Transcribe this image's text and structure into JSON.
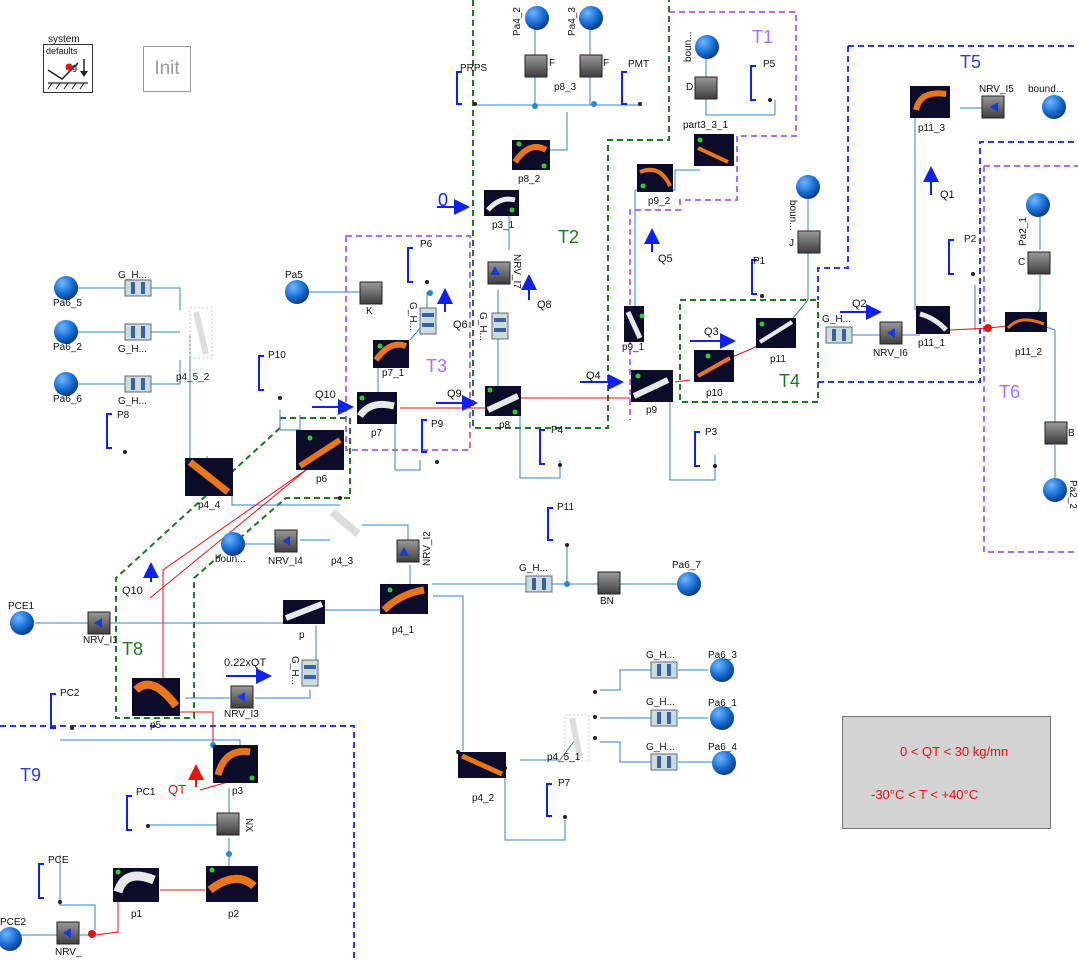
{
  "system_block": {
    "title": "system",
    "subtitle": "defaults",
    "g_label": "g"
  },
  "init_button": {
    "label": "Init"
  },
  "legend": {
    "flow_range": "0 < QT < 30 kg/mn",
    "temp_range": "-30°C < T < +40°C"
  },
  "zones": [
    {
      "label": "T1"
    },
    {
      "label": "T2"
    },
    {
      "label": "T3"
    },
    {
      "label": "T4"
    },
    {
      "label": "T5"
    },
    {
      "label": "T6"
    },
    {
      "label": "T8"
    },
    {
      "label": "T9"
    }
  ],
  "flow_arrows": [
    {
      "label": "0"
    },
    {
      "label": "Q1"
    },
    {
      "label": "Q2"
    },
    {
      "label": "Q3"
    },
    {
      "label": "Q4"
    },
    {
      "label": "Q5"
    },
    {
      "label": "Q6"
    },
    {
      "label": "Q8"
    },
    {
      "label": "Q9"
    },
    {
      "label": "Q10"
    },
    {
      "label": "Q10"
    },
    {
      "label": "0.22xQT"
    },
    {
      "label": "QT"
    }
  ],
  "boundaries": [
    {
      "label": "Pa4_2"
    },
    {
      "label": "Pa4_3"
    },
    {
      "label": "boun..."
    },
    {
      "label": "bound..."
    },
    {
      "label": "boun..."
    },
    {
      "label": "Pa2_1"
    },
    {
      "label": "Pa5"
    },
    {
      "label": "Pa6_5"
    },
    {
      "label": "Pa6_2"
    },
    {
      "label": "Pa6_6"
    },
    {
      "label": "boun..."
    },
    {
      "label": "Pa6_7"
    },
    {
      "label": "PCE1"
    },
    {
      "label": "Pa6_3"
    },
    {
      "label": "Pa6_1"
    },
    {
      "label": "Pa6_4"
    },
    {
      "label": "Pa2_2"
    },
    {
      "label": "PCE2"
    }
  ],
  "pipes": [
    {
      "label": "p8_2"
    },
    {
      "label": "p3_1"
    },
    {
      "label": "p9_2"
    },
    {
      "label": "part3_3_1"
    },
    {
      "label": "p11_3"
    },
    {
      "label": "p9_1"
    },
    {
      "label": "p11"
    },
    {
      "label": "p11_1"
    },
    {
      "label": "p11_2"
    },
    {
      "label": "p10"
    },
    {
      "label": "p9"
    },
    {
      "label": "p8"
    },
    {
      "label": "p7_1"
    },
    {
      "label": "p7"
    },
    {
      "label": "p6"
    },
    {
      "label": "p4_4"
    },
    {
      "label": "p4_5_2"
    },
    {
      "label": "p4_3"
    },
    {
      "label": "p4_1"
    },
    {
      "label": "p"
    },
    {
      "label": "p5"
    },
    {
      "label": "p3"
    },
    {
      "label": "p4_2"
    },
    {
      "label": "p4_5_1"
    },
    {
      "label": "p1"
    },
    {
      "label": "p2"
    }
  ],
  "sensors": [
    {
      "label": "PRPS"
    },
    {
      "label": "PMT"
    },
    {
      "label": "P5"
    },
    {
      "label": "P6"
    },
    {
      "label": "P1"
    },
    {
      "label": "P2"
    },
    {
      "label": "P10"
    },
    {
      "label": "P9"
    },
    {
      "label": "P4"
    },
    {
      "label": "P3"
    },
    {
      "label": "P8"
    },
    {
      "label": "P11"
    },
    {
      "label": "PC2"
    },
    {
      "label": "PC1"
    },
    {
      "label": "PCE"
    },
    {
      "label": "P7"
    }
  ],
  "valves": [
    {
      "label": "NRV_I5"
    },
    {
      "label": "NRV_I6"
    },
    {
      "label": "NRV_I7"
    },
    {
      "label": "NRV_I4"
    },
    {
      "label": "NRV_I2"
    },
    {
      "label": "NRV_I1"
    },
    {
      "label": "NRV_I3"
    },
    {
      "label": "NRV_"
    }
  ],
  "heaters": [
    {
      "label": "G_H..."
    },
    {
      "label": "G_H..."
    },
    {
      "label": "G_H..."
    },
    {
      "label": "G_H..."
    },
    {
      "label": "G_H..."
    },
    {
      "label": "G_H..."
    },
    {
      "label": "G_H..."
    },
    {
      "label": "G_H..."
    },
    {
      "label": "G_H..."
    },
    {
      "label": "G_H..."
    }
  ],
  "blocks": [
    {
      "label": "p8_3"
    },
    {
      "label": "F"
    },
    {
      "label": "F"
    },
    {
      "label": "D"
    },
    {
      "label": "K"
    },
    {
      "label": "BN"
    },
    {
      "label": "NX"
    },
    {
      "label": "C"
    },
    {
      "label": "B"
    },
    {
      "label": "J"
    }
  ]
}
